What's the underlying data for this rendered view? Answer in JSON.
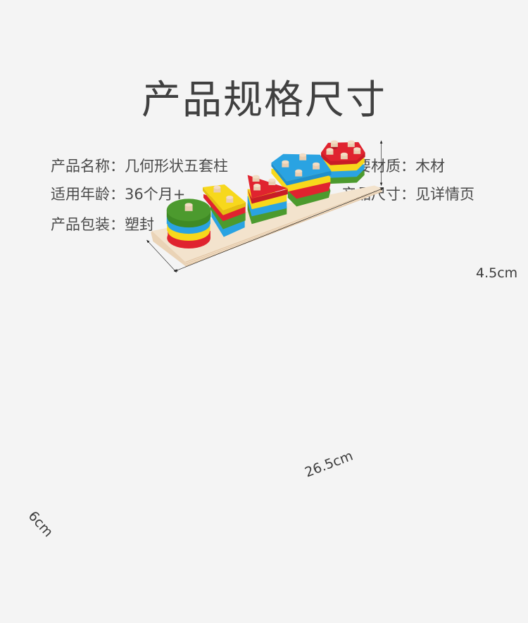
{
  "page": {
    "title": "产品规格尺寸",
    "background": "#f4f4f4"
  },
  "specs": {
    "left": [
      {
        "key": "产品名称：",
        "value": "几何形状五套柱"
      },
      {
        "key": "适用年龄：",
        "value": "36个月+"
      },
      {
        "key": "产品包装：",
        "value": "塑封"
      }
    ],
    "right": [
      {
        "key": "主要材质：",
        "value": "木材"
      },
      {
        "key": "产品尺寸：",
        "value": "见详情页"
      }
    ]
  },
  "product_image": {
    "description": "Wooden geometric shape stacker with five pegged columns: circle, rectangle, triangle, square, pentagon",
    "stacks": [
      {
        "shape": "circle",
        "layers_bottom_to_top": [
          "red",
          "yellow",
          "blue",
          "green"
        ],
        "pegs": 1
      },
      {
        "shape": "rectangle",
        "layers_bottom_to_top": [
          "blue",
          "green",
          "red",
          "yellow"
        ],
        "pegs": 2
      },
      {
        "shape": "triangle",
        "layers_bottom_to_top": [
          "green",
          "blue",
          "yellow",
          "red"
        ],
        "pegs": 3
      },
      {
        "shape": "square",
        "layers_bottom_to_top": [
          "green",
          "red",
          "yellow",
          "blue"
        ],
        "pegs": 4
      },
      {
        "shape": "pentagon",
        "layers_bottom_to_top": [
          "green",
          "blue",
          "yellow",
          "red"
        ],
        "pegs": 5
      }
    ],
    "colors": {
      "red": "#e0232f",
      "yellow": "#f7d81c",
      "blue": "#2aa3e2",
      "green": "#4c9a2e",
      "wood": "#f0dcc4",
      "peg": "#e9cdb0"
    }
  },
  "dimensions": {
    "height": "4.5cm",
    "length": "26.5cm",
    "width": "6cm"
  }
}
